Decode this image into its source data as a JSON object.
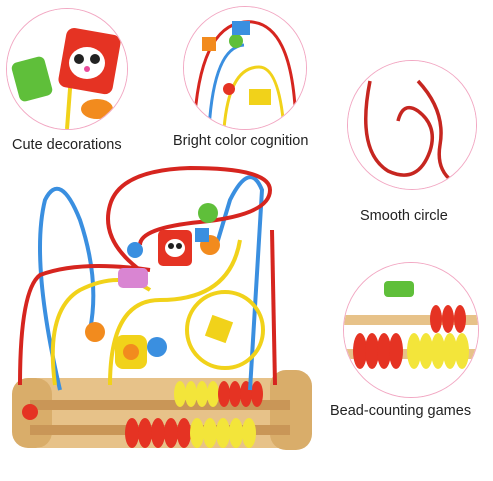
{
  "features": [
    {
      "id": "decorations",
      "caption": "Cute decorations"
    },
    {
      "id": "color",
      "caption": "Bright color cognition"
    },
    {
      "id": "circle",
      "caption": "Smooth circle"
    },
    {
      "id": "beads",
      "caption": "Bead-counting games"
    }
  ],
  "palette": {
    "accent_ring": "#f2a8c3",
    "wire_red": "#d6251f",
    "wire_blue": "#3a8fe0",
    "wire_yellow": "#f1d21a",
    "wood": "#e7c289",
    "bead_red": "#e53323",
    "bead_yellow": "#f3e53a"
  }
}
